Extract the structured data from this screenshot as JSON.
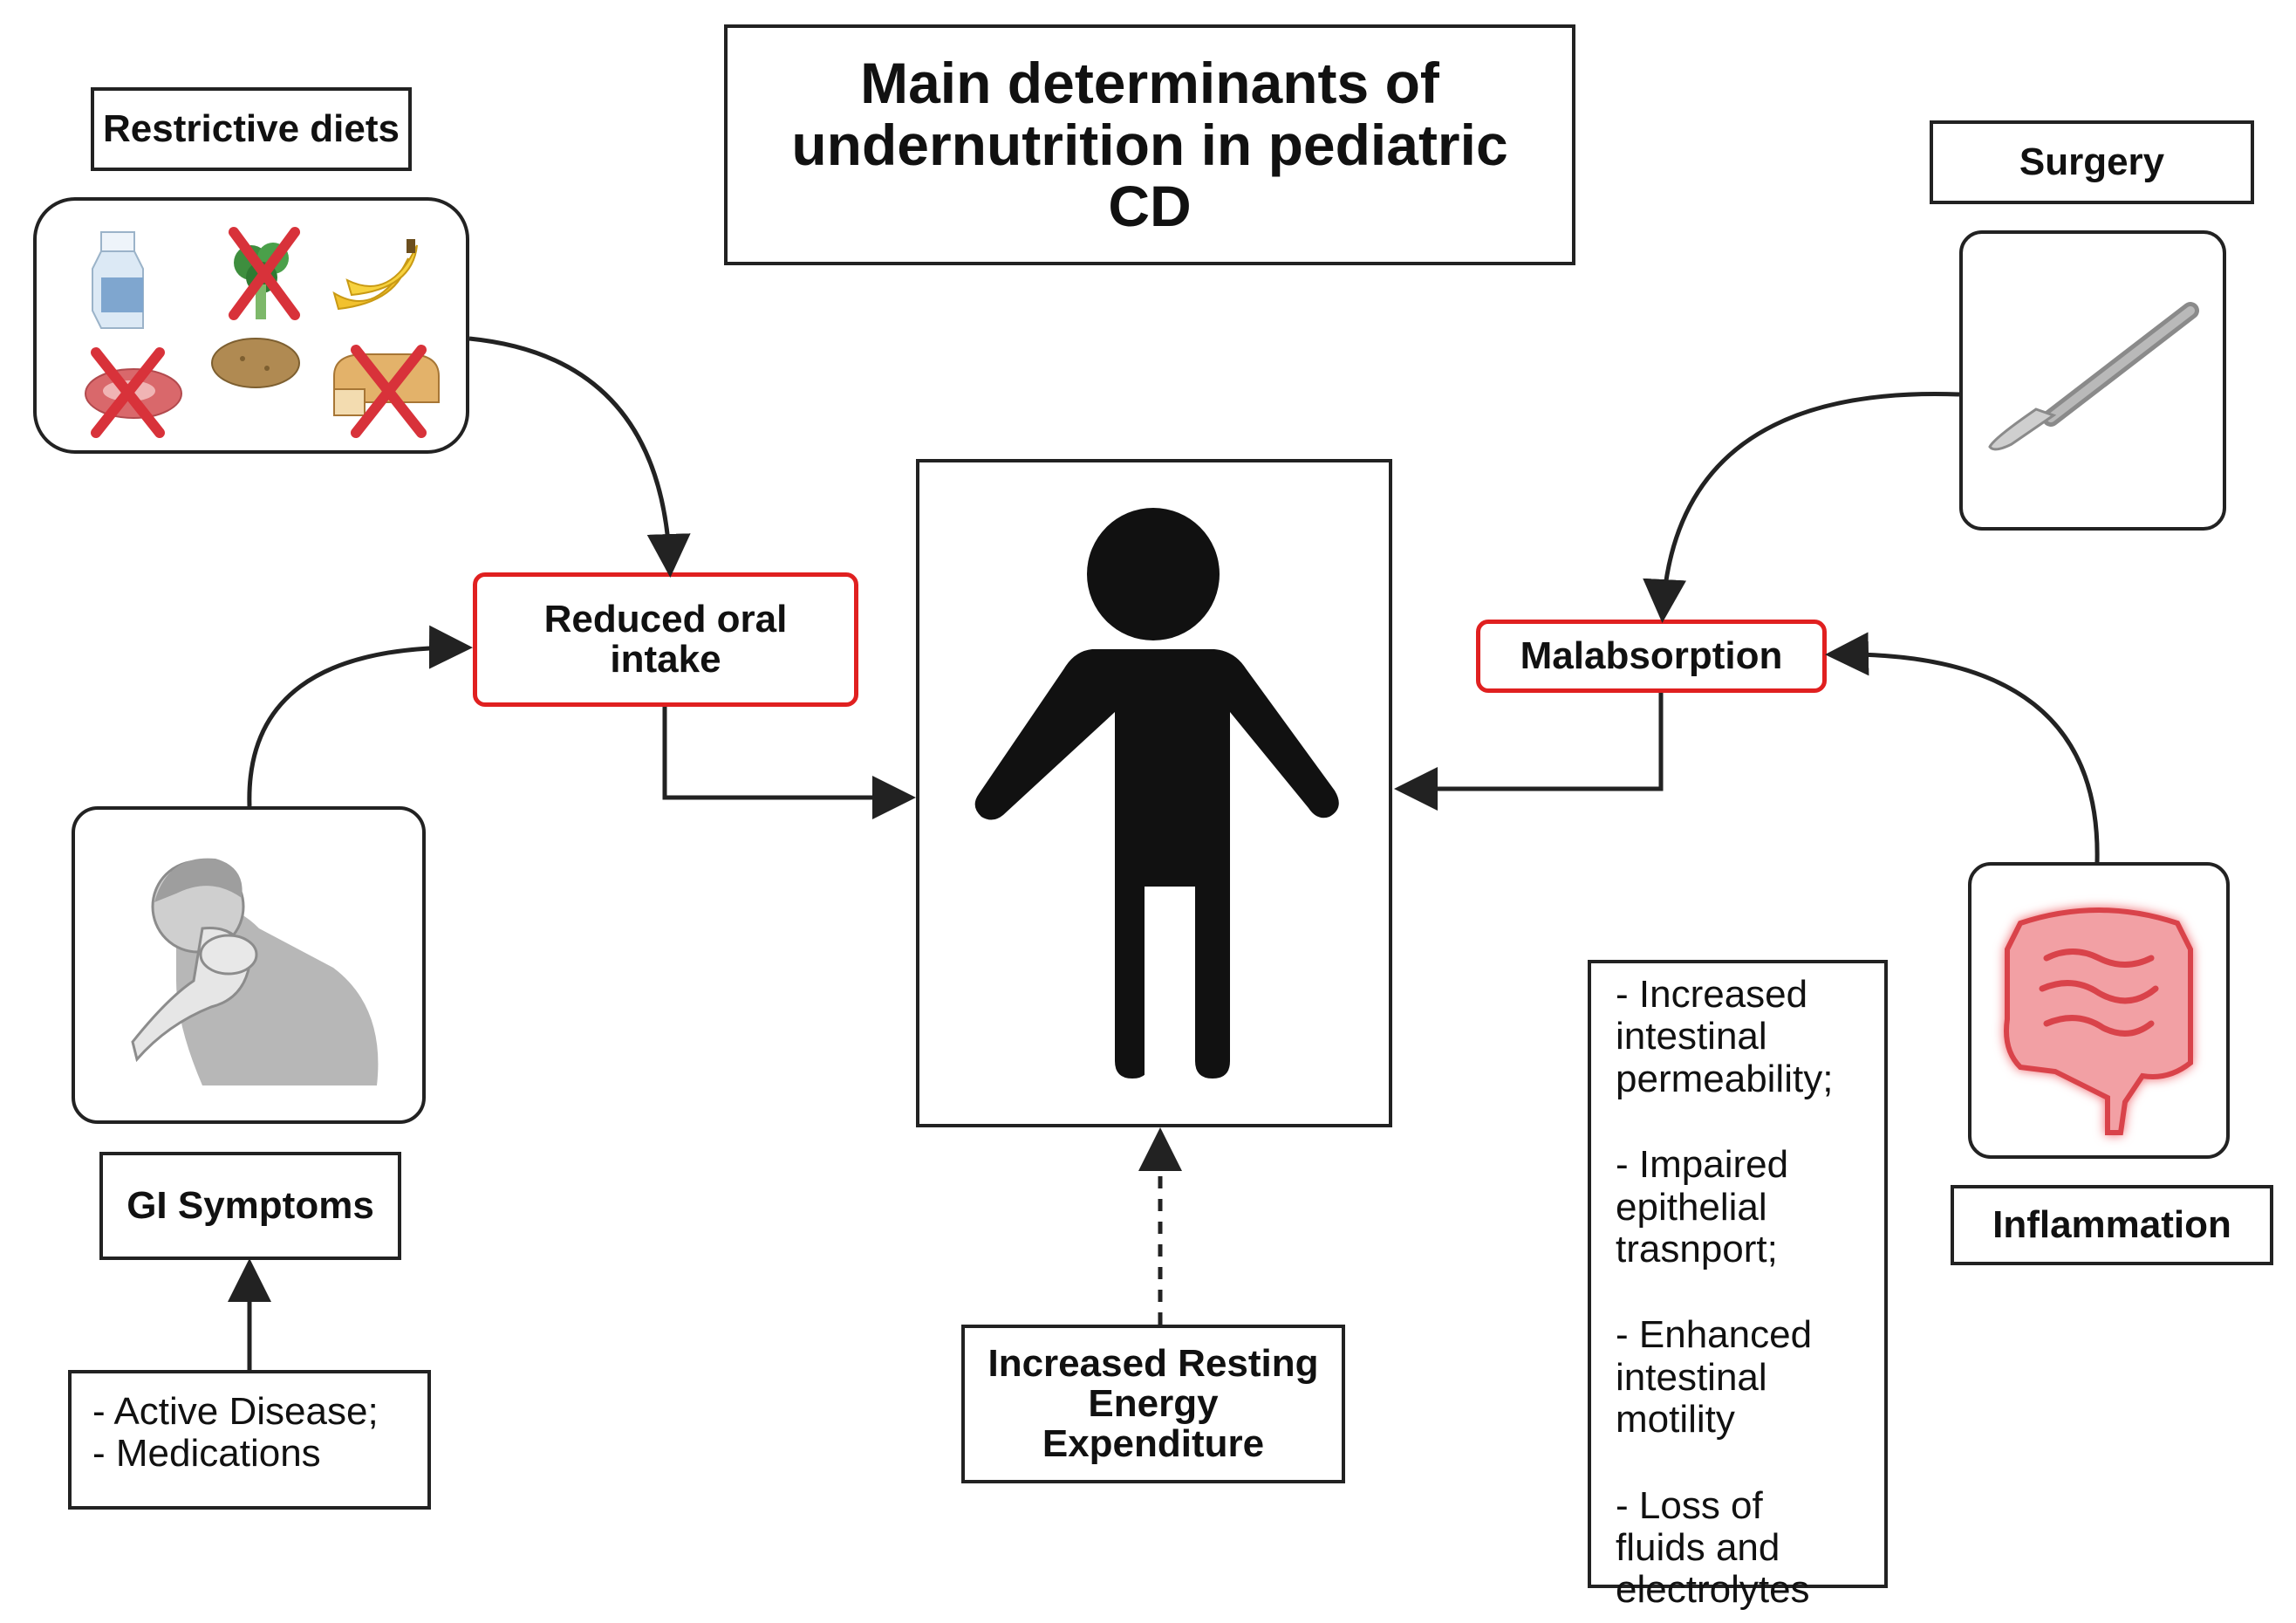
{
  "title": "Main determinants of undernutrition in pediatric CD",
  "boxes": {
    "restrictive_diets": "Restrictive diets",
    "surgery": "Surgery",
    "reduced_oral_intake": "Reduced oral intake",
    "malabsorption": "Malabsorption",
    "gi_symptoms": "GI Symptoms",
    "inflammation": "Inflammation",
    "increased_ree": "Increased Resting Energy Expenditure"
  },
  "gi_causes": [
    "- Active Disease;",
    "- Medications"
  ],
  "inflammation_effects": [
    [
      "- Increased",
      "intestinal",
      "permeability;"
    ],
    [
      "- Impaired",
      "epithelial",
      "trasnport;"
    ],
    [
      "- Enhanced",
      "intestinal",
      "motility"
    ],
    [
      "- Loss of",
      "fluids and",
      "electrolytes"
    ]
  ],
  "icons": {
    "food_grid": [
      "milk-carton-icon",
      "broccoli-crossed-icon",
      "banana-icon",
      "meat-crossed-icon",
      "potato-icon",
      "bread-crossed-icon"
    ],
    "surgery": "scalpel-icon",
    "gi_symptoms": "nauseous-child-icon",
    "inflammation": "inflamed-intestine-icon",
    "center": "child-figure-icon"
  },
  "colors": {
    "highlight_border": "#e02020",
    "inflammation_red": "#d9434a"
  }
}
